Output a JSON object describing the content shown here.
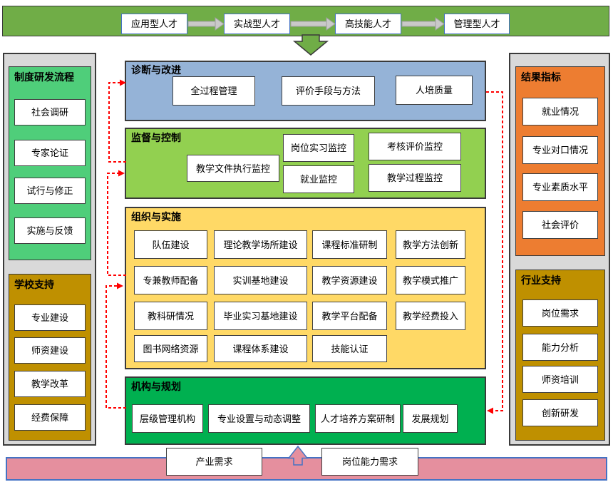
{
  "top_bar": {
    "items": [
      "应用型人才",
      "实战型人才",
      "高技能人才",
      "管理型人才"
    ]
  },
  "left_column": {
    "process_panel": {
      "title": "制度研发流程",
      "items": [
        "社会调研",
        "专家论证",
        "试行与修正",
        "实施与反馈"
      ]
    },
    "school_panel": {
      "title": "学校支持",
      "items": [
        "专业建设",
        "师资建设",
        "教学改革",
        "经费保障"
      ]
    }
  },
  "right_column": {
    "result_panel": {
      "title": "结果指标",
      "items": [
        "就业情况",
        "专业对口情况",
        "专业素质水平",
        "社会评价"
      ]
    },
    "industry_panel": {
      "title": "行业支持",
      "items": [
        "岗位需求",
        "能力分析",
        "师资培训",
        "创新研发"
      ]
    }
  },
  "center": {
    "diagnosis_panel": {
      "title": "诊断与改进",
      "items": [
        "全过程管理",
        "评价手段与方法",
        "人培质量"
      ]
    },
    "supervision_panel": {
      "title": "监督与控制",
      "items": [
        "教学文件执行监控",
        "岗位实习监控",
        "就业监控",
        "考核评价监控",
        "教学过程监控"
      ]
    },
    "organization_panel": {
      "title": "组织与实施",
      "rows": [
        [
          "队伍建设",
          "理论教学场所建设",
          "课程标准研制",
          "教学方法创新"
        ],
        [
          "专兼教师配备",
          "实训基地建设",
          "教学资源建设",
          "教学模式推广"
        ],
        [
          "教科研情况",
          "毕业实习基地建设",
          "教学平台配备",
          "教学经费投入"
        ],
        [
          "图书网络资源",
          "课程体系建设",
          "技能认证"
        ]
      ]
    },
    "institution_panel": {
      "title": "机构与规划",
      "items": [
        "层级管理机构",
        "专业设置与动态调整",
        "人才培养方案研制",
        "发展规划"
      ]
    }
  },
  "bottom_bar": {
    "items": [
      "产业需求",
      "岗位能力需求"
    ]
  },
  "colors": {
    "top_bar_green": "#70ad47",
    "diagnosis_blue": "#95b3d7",
    "supervision_green": "#92d050",
    "organization_yellow": "#ffd966",
    "institution_green": "#00b050",
    "process_green": "#4fce7a",
    "support_olive": "#bf9000",
    "result_orange": "#ed7d31",
    "outer_gray": "#d9d9d9",
    "bottom_pink": "#e58f9e",
    "bottom_border_blue": "#4472c4",
    "connector_red": "#ff0000",
    "flow_arrow_gray": "#c9c9c9"
  }
}
